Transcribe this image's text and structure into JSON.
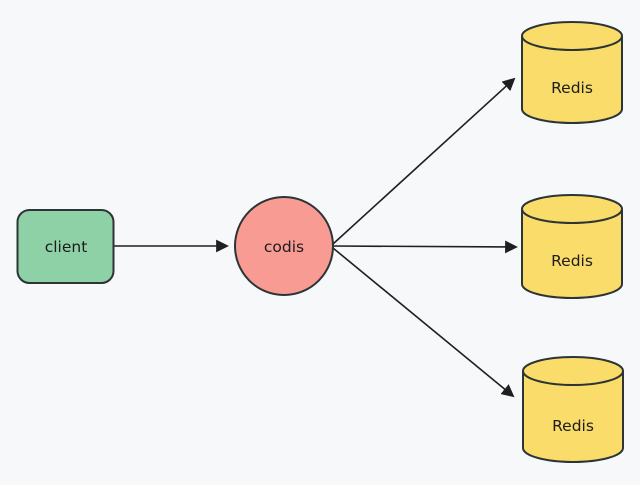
{
  "diagram": {
    "background_color": "#f7f8fa",
    "arrow_color": "#1f1f1f",
    "border_color": "#2d3436",
    "nodes": {
      "client": {
        "label": "client",
        "shape": "rounded-rectangle",
        "fill": "#8ed1a7"
      },
      "codis": {
        "label": "codis",
        "shape": "circle",
        "fill": "#f89b93"
      },
      "redis_top": {
        "label": "Redis",
        "shape": "cylinder",
        "fill": "#f9dc69"
      },
      "redis_middle": {
        "label": "Redis",
        "shape": "cylinder",
        "fill": "#f9dc69"
      },
      "redis_bottom": {
        "label": "Redis",
        "shape": "cylinder",
        "fill": "#f9dc69"
      }
    },
    "edges": [
      {
        "from": "client",
        "to": "codis"
      },
      {
        "from": "codis",
        "to": "redis_top"
      },
      {
        "from": "codis",
        "to": "redis_middle"
      },
      {
        "from": "codis",
        "to": "redis_bottom"
      }
    ]
  }
}
